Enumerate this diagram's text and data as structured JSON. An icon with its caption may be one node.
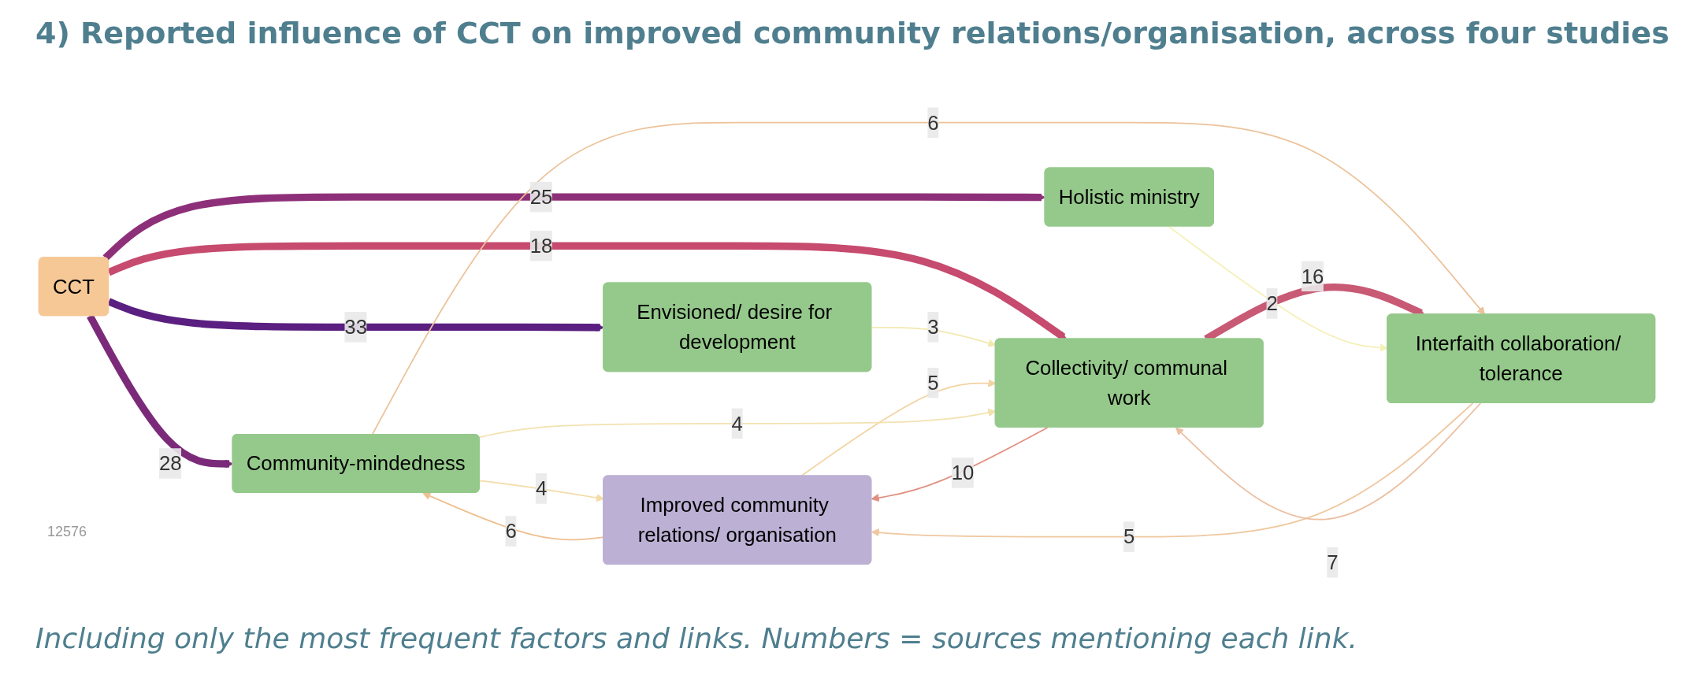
{
  "diagram": {
    "title": "4) Reported influence of CCT on improved community relations/organisation, across four studies",
    "caption": "Including only the most frequent factors and links. Numbers = sources mentioning each link.",
    "nodes": [
      {
        "text": [
          "CCT"
        ]
      },
      {
        "text": [
          "Envisioned/ desire for development"
        ]
      },
      {
        "text": [
          "Improved community relations/ organisation"
        ]
      },
      {
        "text": [
          "Community-mindedness"
        ]
      },
      {
        "text": [
          "Collectivity/ communal work"
        ]
      },
      {
        "text": [
          "Interfaith collaboration/ tolerance"
        ]
      },
      {
        "text": [
          "Holistic ministry"
        ]
      }
    ],
    "edges": [
      {
        "from": 0,
        "to": 3,
        "arrow": "to",
        "label": "28",
        "style": "thick",
        "color": "#7b2a7a"
      },
      {
        "from": 0,
        "to": 1,
        "arrow": "to",
        "label": "33",
        "style": "thick",
        "color": "#5a1f80"
      },
      {
        "from": 0,
        "to": 4,
        "arrow": "to",
        "label": "18",
        "style": "thick",
        "color": "#c64b6e"
      },
      {
        "from": 0,
        "to": 6,
        "arrow": "to",
        "label": "25",
        "style": "thick",
        "color": "#8e3079"
      },
      {
        "from": 1,
        "to": 4,
        "arrow": "to",
        "label": "3",
        "color": "#f3e9b0"
      },
      {
        "from": 2,
        "to": 4,
        "arrow": "to",
        "label": "5",
        "color": "#f3d3a3"
      },
      {
        "from": 4,
        "to": 2,
        "arrow": "to",
        "label": "10",
        "color": "#e09080"
      },
      {
        "from": 2,
        "to": 3,
        "arrow": "to",
        "label": "6",
        "color": "#efbf90"
      },
      {
        "from": 3,
        "to": 2,
        "arrow": "to",
        "label": "4",
        "color": "#f3dca8"
      },
      {
        "from": 3,
        "to": 4,
        "arrow": "to",
        "label": "4",
        "color": "#f3e2b0"
      },
      {
        "from": 3,
        "to": 5,
        "arrow": "to",
        "label": "6",
        "color": "#ecc29a"
      },
      {
        "from": 5,
        "to": 2,
        "arrow": "to",
        "label": "5",
        "color": "#efc8a0"
      },
      {
        "from": 4,
        "to": 5,
        "arrow": "to",
        "label": "16",
        "style": "thick",
        "color": "#c85a75"
      },
      {
        "from": 5,
        "to": 4,
        "arrow": "to",
        "label": "7",
        "color": "#ecbfa0"
      },
      {
        "from": 6,
        "to": 5,
        "arrow": "to",
        "label": "2",
        "color": "#f5f0b8"
      }
    ],
    "labels": [
      "12576"
    ]
  }
}
